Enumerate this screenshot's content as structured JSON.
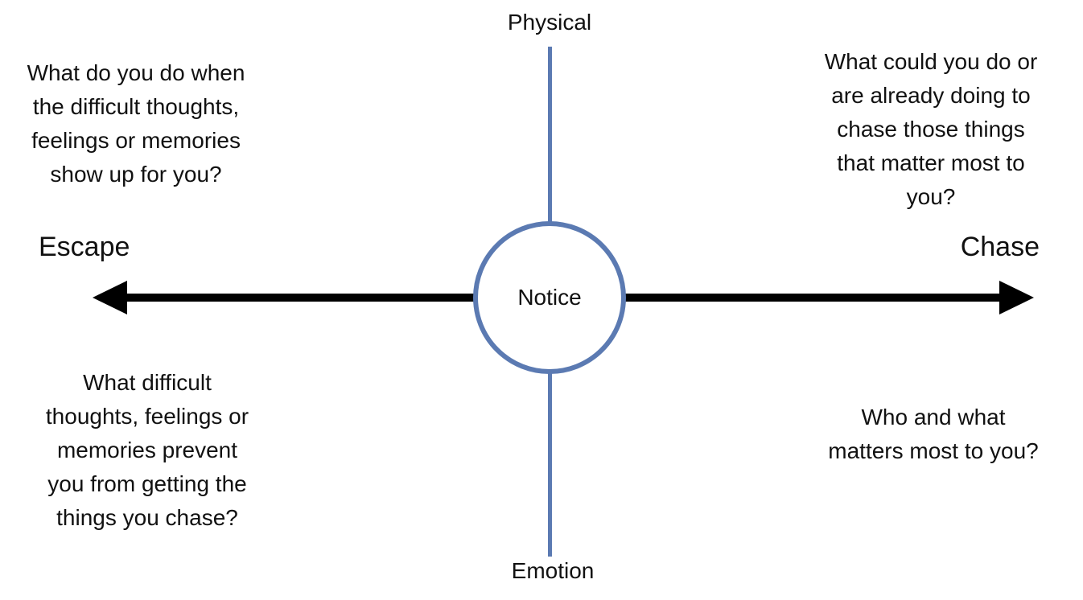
{
  "axes": {
    "top_label": "Physical",
    "bottom_label": "Emotion",
    "left_label": "Escape",
    "right_label": "Chase",
    "center_label": "Notice"
  },
  "quadrants": {
    "top_left": "What do you do when\nthe difficult thoughts,\nfeelings or memories\nshow up for you?",
    "top_right": "What could you do or\nare already doing to\nchase those things\nthat matter most to\nyou?",
    "bottom_left": "What difficult\nthoughts, feelings or\nmemories prevent\nyou from getting the\nthings you chase?",
    "bottom_right": "Who and what\nmatters most to you?"
  },
  "colors": {
    "axis_blue": "#5b7ab2",
    "arrow_black": "#000000",
    "background": "#ffffff",
    "text": "#111111"
  }
}
